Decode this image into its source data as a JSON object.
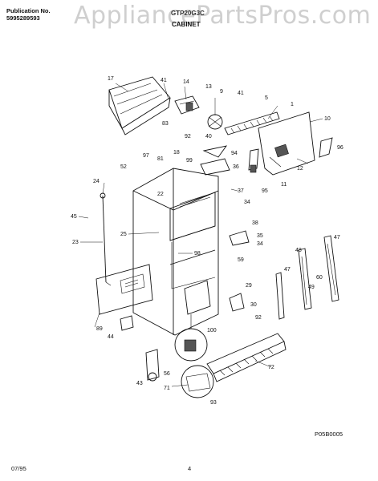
{
  "header": {
    "publication_label": "Publication No.",
    "publication_number": "5995289593",
    "model": "GTP20G3C",
    "section_title": "CABINET",
    "watermark": "AppliancePartsPros.com"
  },
  "diagram": {
    "figure_code": "P05B0005",
    "callouts": [
      "17",
      "41",
      "14",
      "13",
      "9",
      "41",
      "5",
      "1",
      "10",
      "83",
      "96",
      "92",
      "40",
      "94",
      "12",
      "18",
      "97",
      "81",
      "52",
      "99",
      "36",
      "11",
      "95",
      "37",
      "34",
      "38",
      "22",
      "24",
      "45",
      "25",
      "35",
      "34",
      "59",
      "23",
      "98",
      "47",
      "47",
      "48",
      "60",
      "49",
      "29",
      "30",
      "89",
      "92",
      "100",
      "44",
      "72",
      "56",
      "43",
      "71",
      "93"
    ]
  },
  "footer": {
    "date": "07/95",
    "page": "4"
  }
}
